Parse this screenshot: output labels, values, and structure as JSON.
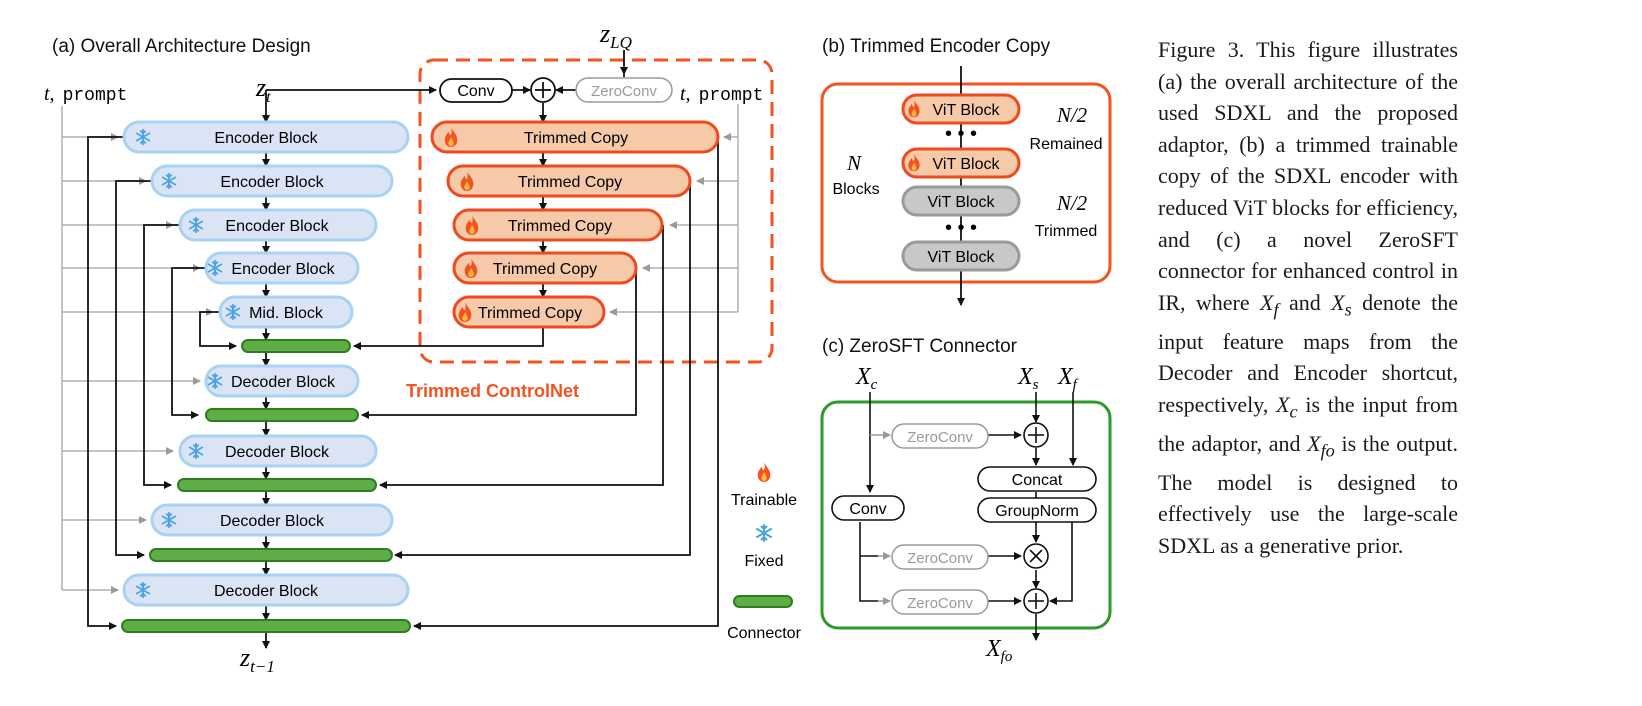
{
  "colors": {
    "frozen_fill": "#dbe4f4",
    "frozen_stroke": "#a7d2f2",
    "trainable_fill": "#f6c9a8",
    "trainable_stroke": "#ee4a1f",
    "connector_fill": "#5fae45",
    "connector_stroke": "#2f7d22",
    "gray_fill": "#c8c8c8",
    "gray_stroke": "#9a9a9a",
    "green_box": "#2e9a2a",
    "orange_box": "#f2531f",
    "dashed_box": "#f2531f"
  },
  "panel_a": {
    "title": "(a) Overall Architecture Design",
    "z_t": "z",
    "z_t_sub": "t",
    "z_lq": "z",
    "z_lq_sub": "LQ",
    "z_out": "z",
    "z_out_sub": "t−1",
    "t_prompt_left_t": "t,",
    "t_prompt_left_p": "prompt",
    "t_prompt_right_t": "t,",
    "t_prompt_right_p": "prompt",
    "conv": "Conv",
    "zeroconv": "ZeroConv",
    "plus": "+",
    "controlnet_label": "Trimmed ControlNet",
    "encoder_blocks": [
      "Encoder Block",
      "Encoder Block",
      "Encoder Block",
      "Encoder Block"
    ],
    "mid_block": "Mid. Block",
    "decoder_blocks": [
      "Decoder Block",
      "Decoder Block",
      "Decoder Block",
      "Decoder Block"
    ],
    "trimmed_copies": [
      "Trimmed Copy",
      "Trimmed Copy",
      "Trimmed Copy",
      "Trimmed Copy",
      "Trimmed Copy"
    ]
  },
  "legend": {
    "trainable": "Trainable",
    "fixed": "Fixed",
    "connector": "Connector",
    "fire_icon": "fire-icon",
    "snowflake_icon": "snowflake-icon"
  },
  "panel_b": {
    "title": "(b) Trimmed Encoder Copy",
    "vit_blocks": [
      "ViT Block",
      "ViT Block",
      "ViT Block",
      "ViT Block"
    ],
    "n_label": "N",
    "blocks_label": "Blocks",
    "n_half_top": "N/2",
    "remained": "Remained",
    "n_half_bottom": "N/2",
    "trimmed": "Trimmed",
    "dots": "• • •"
  },
  "panel_c": {
    "title": "(c) ZeroSFT Connector",
    "xc": "X",
    "xc_sub": "c",
    "xs": "X",
    "xs_sub": "s",
    "xf": "X",
    "xf_sub": "f",
    "xfo": "X",
    "xfo_sub": "fo",
    "zeroconv": "ZeroConv",
    "concat": "Concat",
    "groupnorm": "GroupNorm",
    "conv": "Conv",
    "plus": "+",
    "times": "×"
  },
  "caption": {
    "p1": "Figure 3. This figure illustrates (a) the overall architecture of the used SDXL and the proposed adaptor, (b) a trimmed trainable copy of the SDXL encoder with reduced ViT blocks for efficiency, and (c) a novel ZeroSFT connector for enhanced control in IR, where ",
    "xf": "X",
    "xf_sub": "f",
    "and": " and ",
    "xs": "X",
    "xs_sub": "s",
    "p2": " denote the input feature maps from the Decoder and Encoder shortcut, respectively, ",
    "xc": "X",
    "xc_sub": "c",
    "p3": " is the input from the adaptor, and ",
    "xfo": "X",
    "xfo_sub": "fo",
    "p4": " is the output. The model is designed to effectively use the large-scale SDXL as a generative prior."
  }
}
